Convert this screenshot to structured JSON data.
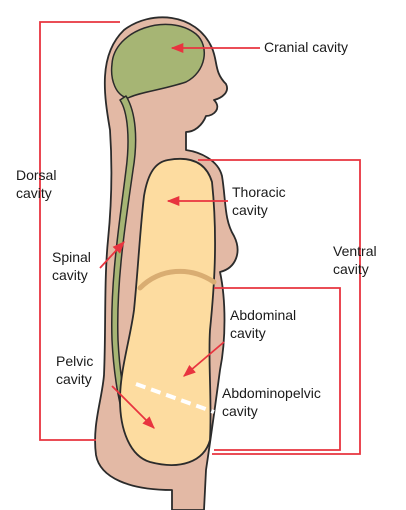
{
  "labels": {
    "cranial": "Cranial cavity",
    "dorsal_1": "Dorsal",
    "dorsal_2": "cavity",
    "thoracic_1": "Thoracic",
    "thoracic_2": "cavity",
    "ventral_1": "Ventral",
    "ventral_2": "cavity",
    "spinal_1": "Spinal",
    "spinal_2": "cavity",
    "abdominal_1": "Abdominal",
    "abdominal_2": "cavity",
    "pelvic_1": "Pelvic",
    "pelvic_2": "cavity",
    "abdominopelvic_1": "Abdominopelvic",
    "abdominopelvic_2": "cavity"
  },
  "colors": {
    "body": "#e3b9a5",
    "body_outline": "#2b2b2b",
    "cranial_fill": "#a6b574",
    "spinal_fill": "#a6b574",
    "ventral_fill": "#fddca0",
    "diaphragm": "#d9ad72",
    "bracket": "#e8343f",
    "arrow": "#e8343f",
    "separator": "#ffffff"
  }
}
